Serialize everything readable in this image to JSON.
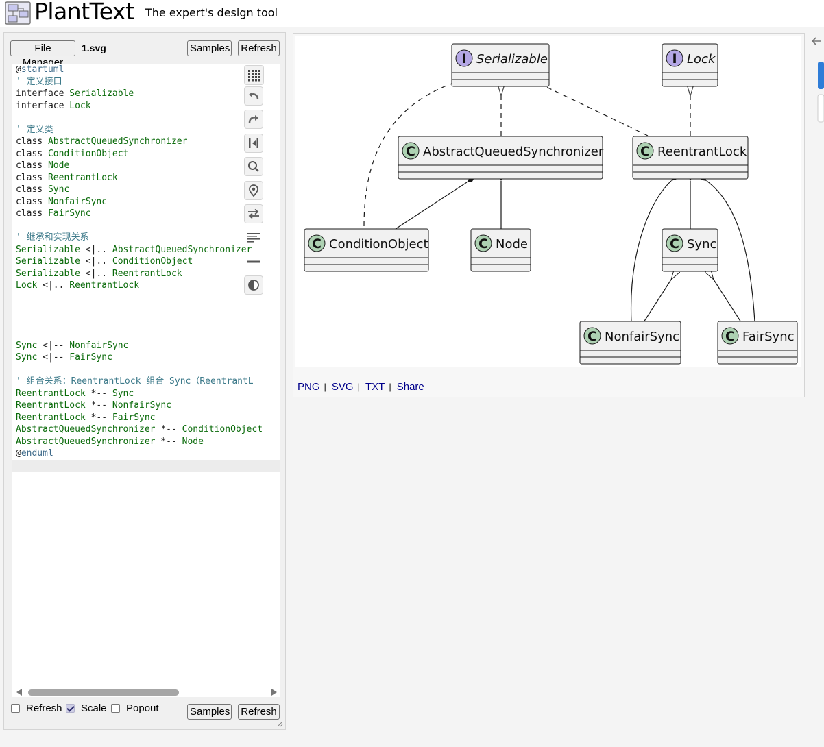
{
  "header": {
    "app_name": "PlantText",
    "tagline": "The expert's design tool"
  },
  "editor": {
    "file_manager_label": "File Manager",
    "file_name": "1.svg",
    "samples_label": "Samples",
    "refresh_label": "Refresh",
    "code": [
      [
        [
          "at",
          "@"
        ],
        [
          "tag",
          "startuml"
        ]
      ],
      [
        [
          "comment",
          "' 定义接口"
        ]
      ],
      [
        [
          "kw",
          "interface "
        ],
        [
          "name",
          "Serializable"
        ]
      ],
      [
        [
          "kw",
          "interface "
        ],
        [
          "name",
          "Lock"
        ]
      ],
      [],
      [
        [
          "comment",
          "' 定义类"
        ]
      ],
      [
        [
          "kw",
          "class "
        ],
        [
          "name",
          "AbstractQueuedSynchronizer"
        ]
      ],
      [
        [
          "kw",
          "class "
        ],
        [
          "name",
          "ConditionObject"
        ]
      ],
      [
        [
          "kw",
          "class "
        ],
        [
          "name",
          "Node"
        ]
      ],
      [
        [
          "kw",
          "class "
        ],
        [
          "name",
          "ReentrantLock"
        ]
      ],
      [
        [
          "kw",
          "class "
        ],
        [
          "name",
          "Sync"
        ]
      ],
      [
        [
          "kw",
          "class "
        ],
        [
          "name",
          "NonfairSync"
        ]
      ],
      [
        [
          "kw",
          "class "
        ],
        [
          "name",
          "FairSync"
        ]
      ],
      [],
      [
        [
          "comment",
          "' 继承和实现关系"
        ]
      ],
      [
        [
          "name",
          "Serializable"
        ],
        [
          "op",
          " <|.. "
        ],
        [
          "name",
          "AbstractQueuedSynchronizer"
        ]
      ],
      [
        [
          "name",
          "Serializable"
        ],
        [
          "op",
          " <|.. "
        ],
        [
          "name",
          "ConditionObject"
        ]
      ],
      [
        [
          "name",
          "Serializable"
        ],
        [
          "op",
          " <|.. "
        ],
        [
          "name",
          "ReentrantLock"
        ]
      ],
      [
        [
          "name",
          "Lock"
        ],
        [
          "op",
          " <|.. "
        ],
        [
          "name",
          "ReentrantLock"
        ]
      ],
      [],
      [],
      [],
      [],
      [
        [
          "name",
          "Sync"
        ],
        [
          "op",
          " <|-- "
        ],
        [
          "name",
          "NonfairSync"
        ]
      ],
      [
        [
          "name",
          "Sync"
        ],
        [
          "op",
          " <|-- "
        ],
        [
          "name",
          "FairSync"
        ]
      ],
      [],
      [
        [
          "comment",
          "' 组合关系：ReentrantLock 组合 Sync（ReentrantL"
        ]
      ],
      [
        [
          "name",
          "ReentrantLock"
        ],
        [
          "op",
          " *-- "
        ],
        [
          "name",
          "Sync"
        ]
      ],
      [
        [
          "name",
          "ReentrantLock"
        ],
        [
          "op",
          " *-- "
        ],
        [
          "name",
          "NonfairSync"
        ]
      ],
      [
        [
          "name",
          "ReentrantLock"
        ],
        [
          "op",
          " *-- "
        ],
        [
          "name",
          "FairSync"
        ]
      ],
      [
        [
          "name",
          "AbstractQueuedSynchronizer"
        ],
        [
          "op",
          " *-- "
        ],
        [
          "name",
          "ConditionObject"
        ]
      ],
      [
        [
          "name",
          "AbstractQueuedSynchronizer"
        ],
        [
          "op",
          " *-- "
        ],
        [
          "name",
          "Node"
        ]
      ],
      [
        [
          "at",
          "@"
        ],
        [
          "tag",
          "enduml"
        ]
      ],
      []
    ],
    "current_line": 33,
    "tools": [
      "keyboard-icon",
      "undo-icon",
      "redo-icon",
      "split-view-icon",
      "search-icon",
      "location-pin-icon",
      "swap-icon",
      "format-lines-icon",
      "minus-icon",
      "contrast-icon"
    ],
    "options": {
      "refresh_label": "Refresh",
      "refresh_checked": false,
      "scale_label": "Scale",
      "scale_checked": true,
      "popout_label": "Popout",
      "popout_checked": false
    }
  },
  "diagram": {
    "stereotype_interface": "I",
    "stereotype_class": "C",
    "nodes": [
      {
        "id": "serializable",
        "kind": "interface",
        "name": "Serializable"
      },
      {
        "id": "lock",
        "kind": "interface",
        "name": "Lock"
      },
      {
        "id": "aqs",
        "kind": "class",
        "name": "AbstractQueuedSynchronizer"
      },
      {
        "id": "reentrantlock",
        "kind": "class",
        "name": "ReentrantLock"
      },
      {
        "id": "conditionobject",
        "kind": "class",
        "name": "ConditionObject"
      },
      {
        "id": "node",
        "kind": "class",
        "name": "Node"
      },
      {
        "id": "sync",
        "kind": "class",
        "name": "Sync"
      },
      {
        "id": "nonfairsync",
        "kind": "class",
        "name": "NonfairSync"
      },
      {
        "id": "fairsync",
        "kind": "class",
        "name": "FairSync"
      }
    ],
    "colors": {
      "box_fill": "#f1f1f1",
      "box_stroke": "#181818",
      "interface_badge": "#b4a7e5",
      "class_badge": "#add1b2"
    }
  },
  "export_links": [
    "PNG",
    "SVG",
    "TXT",
    "Share"
  ]
}
